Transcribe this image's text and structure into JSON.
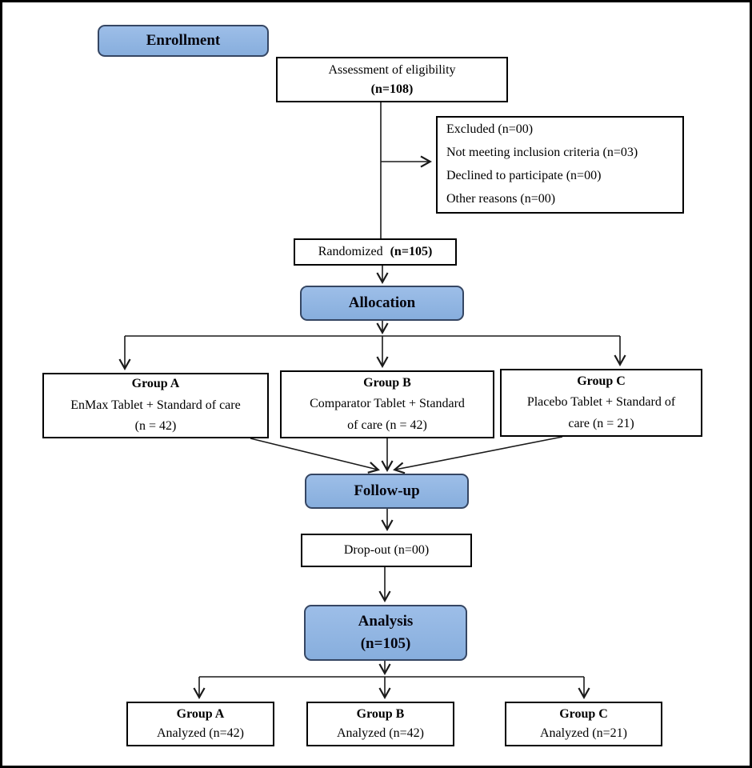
{
  "colors": {
    "phase_fill": "#8db4e2",
    "phase_border": "#354663",
    "box_border": "#000000",
    "line": "#1a1a1a"
  },
  "diagram": {
    "enrollment": {
      "label": "Enrollment"
    },
    "assessment": {
      "line1": "Assessment of eligibility",
      "line2": "(n=108)"
    },
    "excluded": {
      "lines": [
        "Excluded (n=00)",
        "Not meeting inclusion criteria (n=03)",
        "Declined to participate (n=00)",
        "Other reasons (n=00)"
      ]
    },
    "randomized": {
      "prefix": "Randomized",
      "n": "(n=105)"
    },
    "allocation": {
      "label": "Allocation"
    },
    "group_a": {
      "title": "Group A",
      "line1": "EnMax Tablet + Standard of care",
      "line2": "(n = 42)"
    },
    "group_b": {
      "title": "Group B",
      "line1": "Comparator Tablet + Standard",
      "line2": "of care (n = 42)"
    },
    "group_c": {
      "title": "Group C",
      "line1": "Placebo Tablet + Standard of",
      "line2": "care (n = 21)"
    },
    "followup": {
      "label": "Follow-up"
    },
    "dropout": {
      "label": "Drop-out (n=00)"
    },
    "analysis": {
      "line1": "Analysis",
      "line2": "(n=105)"
    },
    "analyzed_a": {
      "title": "Group A",
      "line1": "Analyzed (n=42)"
    },
    "analyzed_b": {
      "title": "Group B",
      "line1": "Analyzed (n=42)"
    },
    "analyzed_c": {
      "title": "Group C",
      "line1": "Analyzed (n=21)"
    }
  }
}
